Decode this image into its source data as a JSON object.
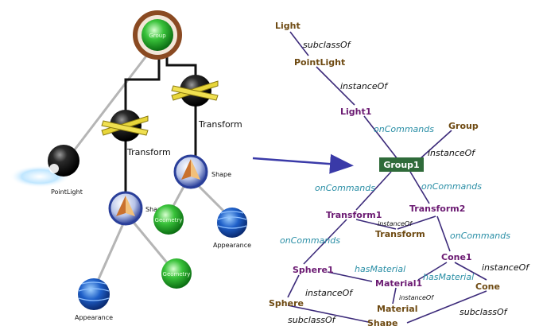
{
  "scene_graph": {
    "root_label": "Group",
    "transform_left": "Transform",
    "transform_right": "Transform",
    "pointlight": "PointLight",
    "shape_left": "Shape",
    "shape_right": "Shape",
    "geometry_right": "Geometry",
    "geometry_left": "Geometry",
    "appearance_right": "Appearance",
    "appearance_left": "Appearance"
  },
  "rdf_graph": {
    "nodes": {
      "light": "Light",
      "pointlight": "PointLight",
      "light1": "Light1",
      "group": "Group",
      "group1": "Group1",
      "transform1": "Transform1",
      "transform2": "Transform2",
      "transform": "Transform",
      "sphere1": "Sphere1",
      "material1": "Material1",
      "cone1": "Cone1",
      "cone": "Cone",
      "sphere": "Sphere",
      "material": "Material",
      "shape": "Shape"
    },
    "edges": {
      "light_sub": "subclassOf",
      "pl_inst": "instanceOf",
      "light1_oncmd": "onCommands",
      "group_inst": "instanceOf",
      "g1_t1_oncmd": "onCommands",
      "g1_t2_oncmd": "onCommands",
      "t_inst": "instanceOf",
      "t1_oncmd": "onCommands",
      "t2_oncmd": "onCommands",
      "s1_hasmat": "hasMaterial",
      "c1_hasmat": "hasMaterial",
      "c1_inst": "instanceOf",
      "s1_inst": "instanceOf",
      "m1_inst": "instanceOf",
      "sphere_sub": "subclassOf",
      "cone_sub": "subclassOf"
    }
  },
  "colors": {
    "rdf_edge": "#3c2a7a",
    "arrow": "#3a3aa8",
    "group1_fill": "#2f6b3a",
    "scene_line": "#111111",
    "scene_grey": "#b5b5b5"
  }
}
